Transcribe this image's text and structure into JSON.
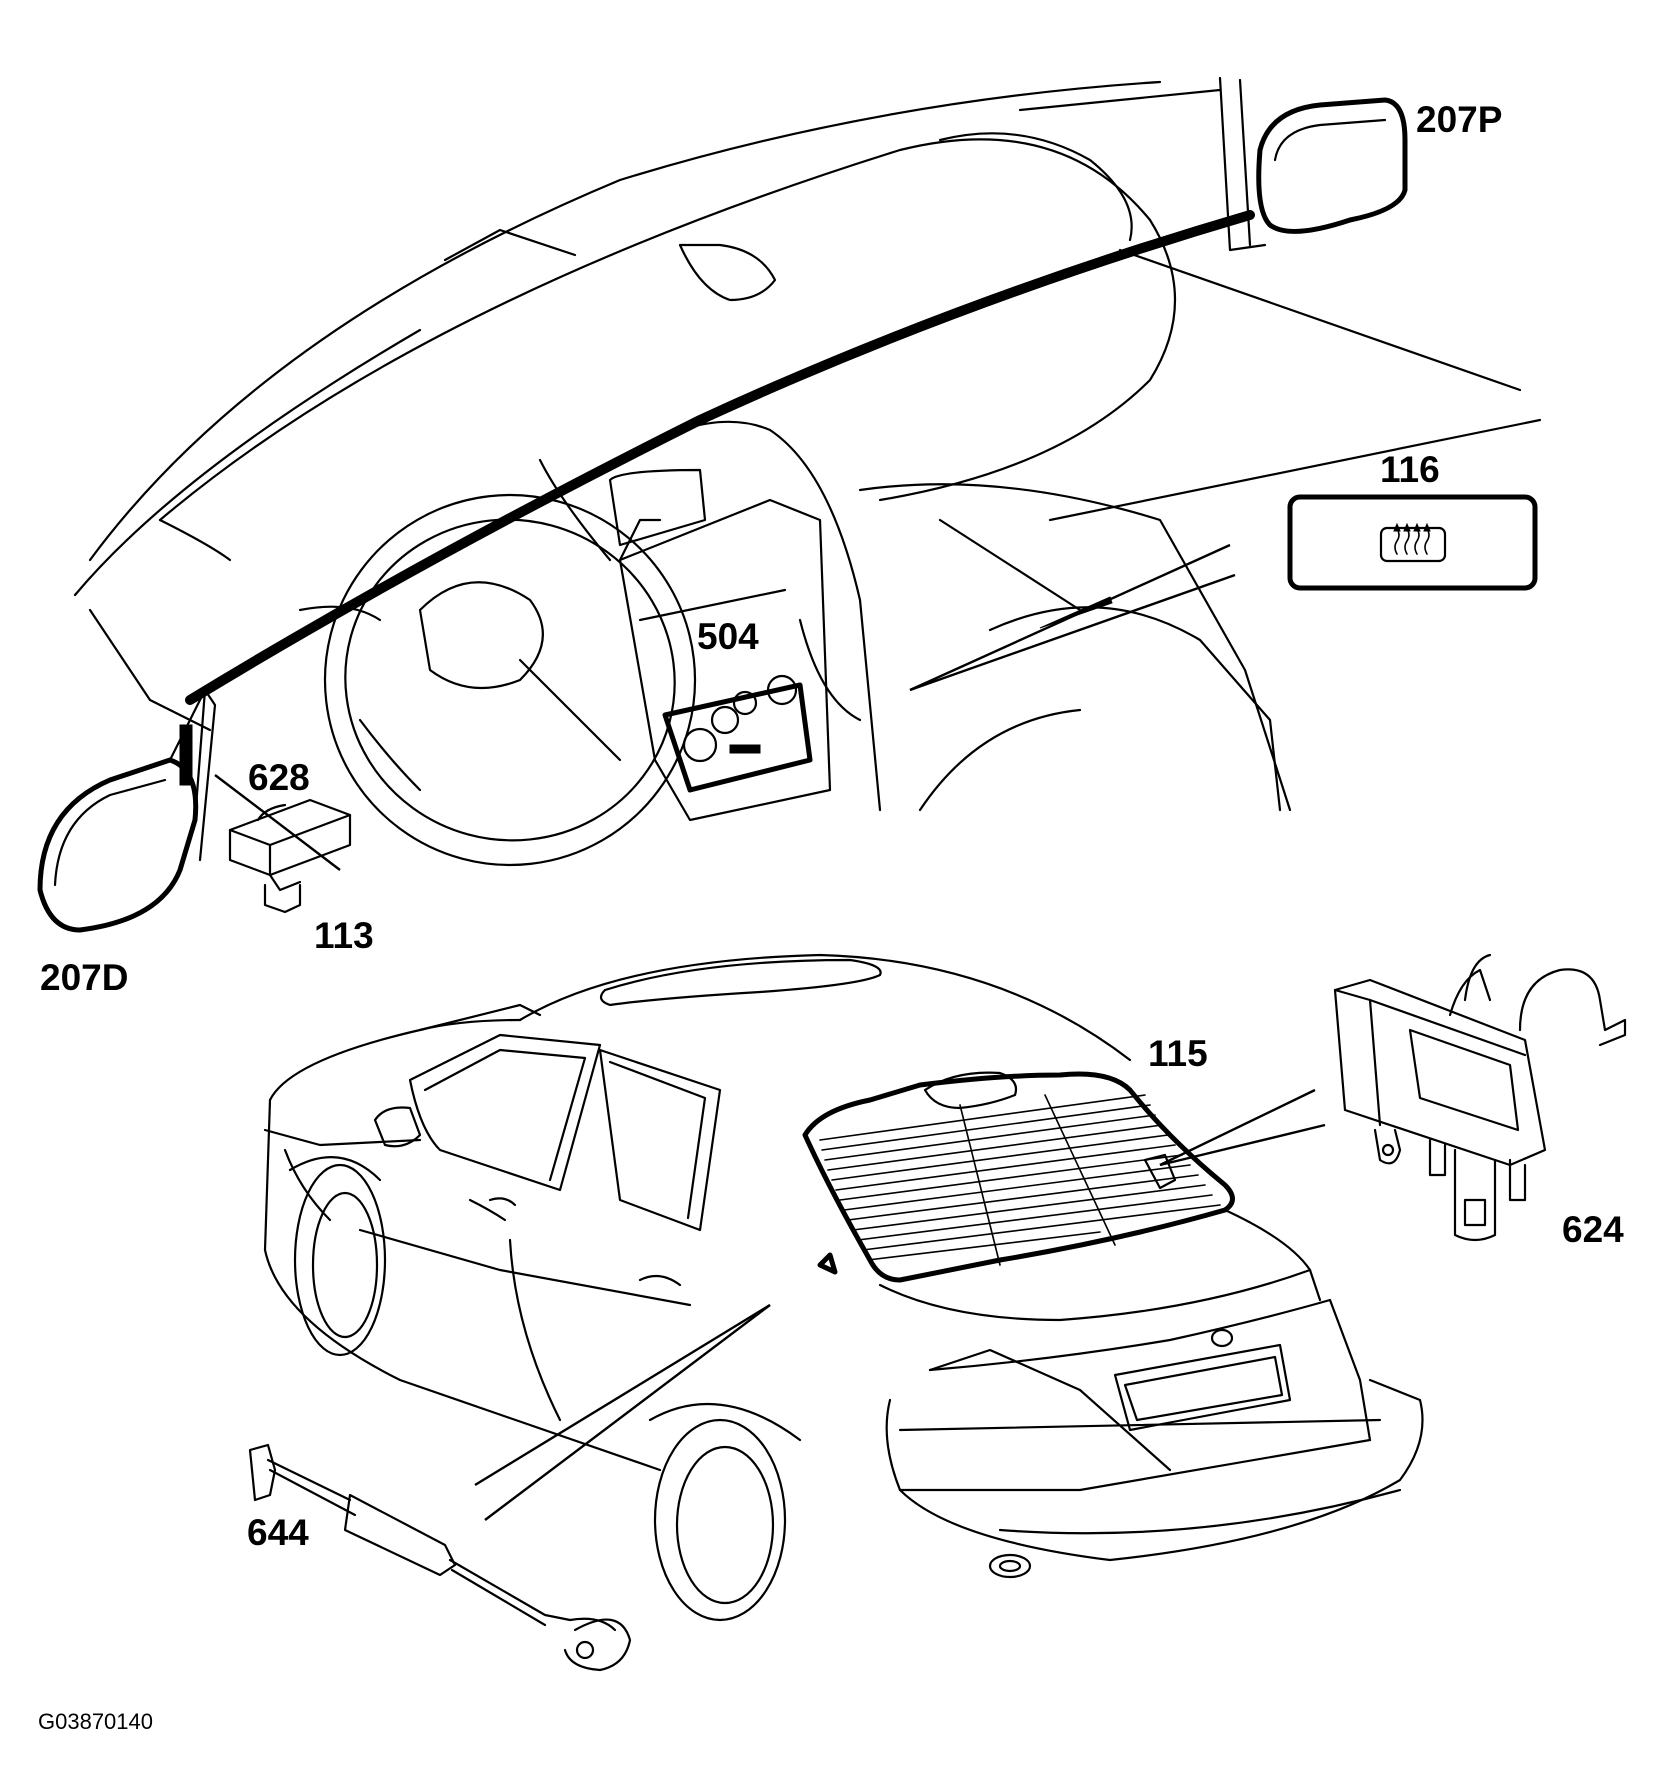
{
  "diagram": {
    "callouts": {
      "c207p": "207P",
      "c116": "116",
      "c504": "504",
      "c628": "628",
      "c113": "113",
      "c207d": "207D",
      "c115": "115",
      "c624": "624",
      "c644": "644"
    },
    "figure_id": "G03870140",
    "icons": {
      "defroster_switch": "rear-window-defrost-icon"
    }
  }
}
